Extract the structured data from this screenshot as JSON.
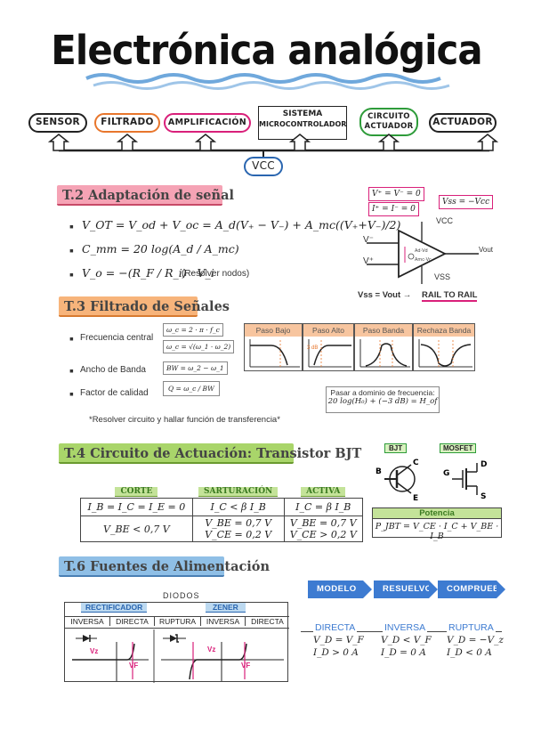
{
  "title": "Electrónica analógica",
  "flow": {
    "blocks": [
      "SENSOR",
      "FILTRADO",
      "AMPLIFICACIÓN",
      "SISTEMA",
      "MICROCONTROLADOR",
      "CIRCUITO",
      "ACTUADOR",
      "ACTUADOR"
    ],
    "vcc": "VCC"
  },
  "t2": {
    "header": "T.2 Adaptación de señal",
    "f1": "V_OT = V_od + V_oc = A_d(V₊ − V₋) + A_mc((V₊+V₋)/2)",
    "f2": "C_mm = 20 log(A_d / A_mc)",
    "f3": "V_o = −(R_F / R_i) · V_i",
    "f3_note": "(Resolver nodos)",
    "box_v": "V⁺ = V⁻ = 0",
    "box_i": "I⁺ = I⁻ = 0",
    "box_vss": "Vss = −Vcc",
    "vcc": "VCC",
    "vminus": "V⁻",
    "vplus": "V⁺",
    "vout": "Vout",
    "vss": "VSS",
    "rail_left": "Vss = Vout →",
    "rail_right": "RAIL TO RAIL"
  },
  "t3": {
    "header": "T.3 Filtrado de Señales",
    "items": [
      "Frecuencia central",
      "Ancho de Banda",
      "Factor de calidad"
    ],
    "box_fc1": "ω_c = 2 · π · f_c",
    "box_fc2": "ω_c = √(ω_1 · ω_2)",
    "box_bw": "BW = ω_2 − ω_1",
    "box_q": "Q = ω_c / BW",
    "filters": [
      "Paso Bajo",
      "Paso Alto",
      "Paso Banda",
      "Rechaza Banda"
    ],
    "db_label": "3 dB",
    "freq_title": "Pasar a dominio de frecuencia:",
    "freq_formula": "20 log(H₀) + (−3 dB) = H_of",
    "note": "*Resolver circuito y hallar función de transferencia*"
  },
  "t4": {
    "header": "T.4 Circuito de Actuación: Transistor BJT",
    "cols": [
      "CORTE",
      "SARTURACIÓN",
      "ACTIVA"
    ],
    "row1": [
      "I_B = I_C = I_E = 0",
      "I_C < β I_B",
      "I_C = β I_B"
    ],
    "row2a": [
      "V_BE < 0,7 V",
      "V_BE = 0,7 V",
      "V_BE = 0,7 V"
    ],
    "row2b": [
      "",
      "V_CE = 0,2 V",
      "V_CE > 0,2 V"
    ],
    "bjt_label": "BJT",
    "mosfet_label": "MOSFET",
    "pot_title": "Potencia",
    "pot_formula": "P_JBT = V_CE · I_C + V_BE · I_B"
  },
  "t6": {
    "header": "T.6 Fuentes de Alimentación",
    "diodos": "DIODOS",
    "rect": "RECTIFICADOR",
    "zener": "ZENER",
    "cols": [
      "INVERSA",
      "DIRECTA",
      "RUPTURA",
      "INVERSA",
      "DIRECTA"
    ],
    "vz": "Vz",
    "vf": "VF",
    "steps": [
      "MODELO",
      "RESUELVO",
      "COMPRUEBO"
    ],
    "conds": [
      "DIRECTA",
      "INVERSA",
      "RUPTURA"
    ],
    "c1": [
      "V_D = V_F",
      "I_D > 0 A"
    ],
    "c2": [
      "V_D < V_F",
      "I_D = 0 A"
    ],
    "c3": [
      "V_D = −V_z",
      "I_D < 0 A"
    ]
  },
  "colors": {
    "pink": "#f5a3b5",
    "orange": "#f7b47b",
    "green": "#a9d56a",
    "blue": "#8fbfe6",
    "accent_blue": "#3d7bd1",
    "magenta": "#d9207a"
  }
}
